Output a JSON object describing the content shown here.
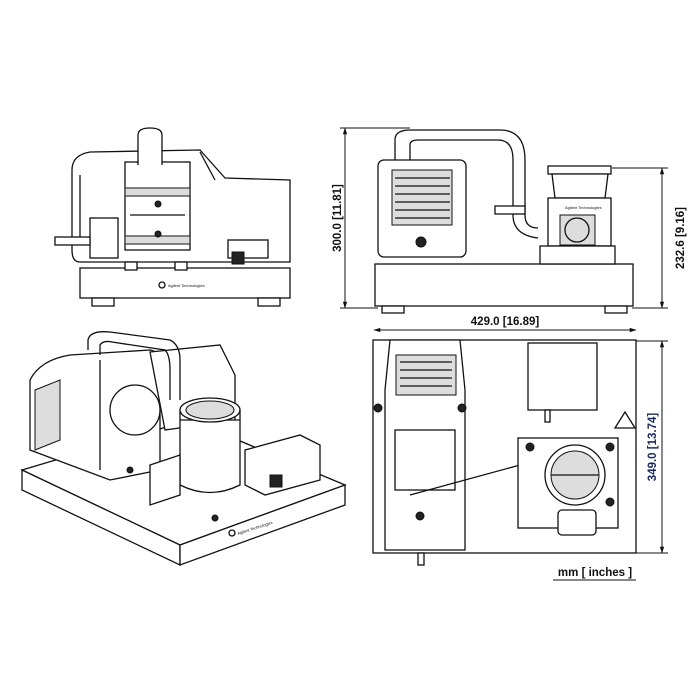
{
  "drawing": {
    "brand_logo": "Agilent Technologies",
    "dimensions": {
      "overall_height": "300.0 [11.81]",
      "turbo_height": "232.6 [9.16]",
      "width": "429.0 [16.89]",
      "depth": "349.0 [13.74]"
    },
    "units_label": "mm [ inches ]"
  }
}
